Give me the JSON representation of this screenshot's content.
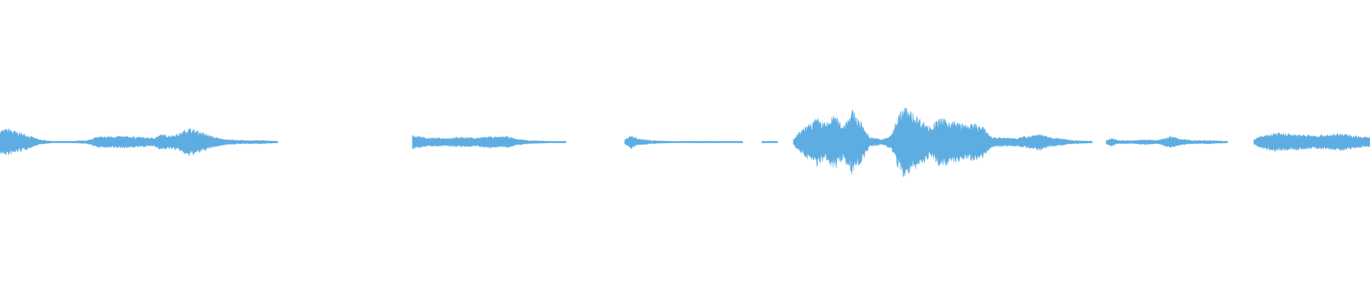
{
  "waveform": {
    "color": "#5dade2",
    "background": "#ffffff",
    "duration_units": 1568,
    "segments": [
      {
        "start": 0,
        "end": 318,
        "envelope": [
          [
            0,
            14
          ],
          [
            10,
            16
          ],
          [
            20,
            12
          ],
          [
            30,
            9
          ],
          [
            45,
            3
          ],
          [
            60,
            1
          ],
          [
            80,
            1
          ],
          [
            100,
            2
          ],
          [
            110,
            6
          ],
          [
            125,
            7
          ],
          [
            145,
            7
          ],
          [
            160,
            6
          ],
          [
            175,
            5
          ],
          [
            185,
            9
          ],
          [
            195,
            8
          ],
          [
            205,
            10
          ],
          [
            215,
            17
          ],
          [
            225,
            14
          ],
          [
            235,
            10
          ],
          [
            245,
            6
          ],
          [
            260,
            3
          ],
          [
            280,
            2
          ],
          [
            300,
            2
          ],
          [
            318,
            1
          ]
        ]
      },
      {
        "start": 472,
        "end": 648,
        "envelope": [
          [
            472,
            8
          ],
          [
            480,
            7
          ],
          [
            490,
            5
          ],
          [
            510,
            5
          ],
          [
            530,
            6
          ],
          [
            545,
            5
          ],
          [
            560,
            7
          ],
          [
            570,
            6
          ],
          [
            580,
            7
          ],
          [
            590,
            4
          ],
          [
            605,
            2
          ],
          [
            630,
            1
          ],
          [
            648,
            1
          ]
        ]
      },
      {
        "start": 715,
        "end": 850,
        "envelope": [
          [
            715,
            3
          ],
          [
            722,
            8
          ],
          [
            730,
            4
          ],
          [
            745,
            2
          ],
          [
            770,
            1
          ],
          [
            800,
            1
          ],
          [
            830,
            1
          ],
          [
            850,
            1
          ]
        ]
      },
      {
        "start": 872,
        "end": 890,
        "envelope": [
          [
            872,
            1
          ],
          [
            880,
            1
          ],
          [
            890,
            1
          ]
        ]
      },
      {
        "start": 908,
        "end": 1250,
        "envelope": [
          [
            908,
            3
          ],
          [
            915,
            12
          ],
          [
            925,
            20
          ],
          [
            935,
            28
          ],
          [
            945,
            22
          ],
          [
            955,
            32
          ],
          [
            965,
            20
          ],
          [
            975,
            38
          ],
          [
            985,
            25
          ],
          [
            995,
            6
          ],
          [
            1010,
            3
          ],
          [
            1020,
            8
          ],
          [
            1027,
            30
          ],
          [
            1035,
            42
          ],
          [
            1045,
            34
          ],
          [
            1055,
            26
          ],
          [
            1065,
            18
          ],
          [
            1075,
            28
          ],
          [
            1085,
            26
          ],
          [
            1095,
            24
          ],
          [
            1105,
            20
          ],
          [
            1115,
            22
          ],
          [
            1125,
            18
          ],
          [
            1135,
            6
          ],
          [
            1150,
            5
          ],
          [
            1165,
            5
          ],
          [
            1180,
            8
          ],
          [
            1190,
            10
          ],
          [
            1200,
            6
          ],
          [
            1215,
            4
          ],
          [
            1230,
            2
          ],
          [
            1250,
            1
          ]
        ]
      },
      {
        "start": 1266,
        "end": 1405,
        "envelope": [
          [
            1266,
            2
          ],
          [
            1272,
            5
          ],
          [
            1280,
            2
          ],
          [
            1295,
            2
          ],
          [
            1310,
            3
          ],
          [
            1325,
            2
          ],
          [
            1340,
            7
          ],
          [
            1350,
            4
          ],
          [
            1365,
            2
          ],
          [
            1385,
            2
          ],
          [
            1405,
            1
          ]
        ]
      },
      {
        "start": 1435,
        "end": 1568,
        "envelope": [
          [
            1435,
            3
          ],
          [
            1445,
            8
          ],
          [
            1460,
            11
          ],
          [
            1475,
            10
          ],
          [
            1490,
            9
          ],
          [
            1505,
            8
          ],
          [
            1520,
            9
          ],
          [
            1535,
            10
          ],
          [
            1550,
            8
          ],
          [
            1560,
            6
          ],
          [
            1568,
            6
          ]
        ]
      }
    ]
  }
}
